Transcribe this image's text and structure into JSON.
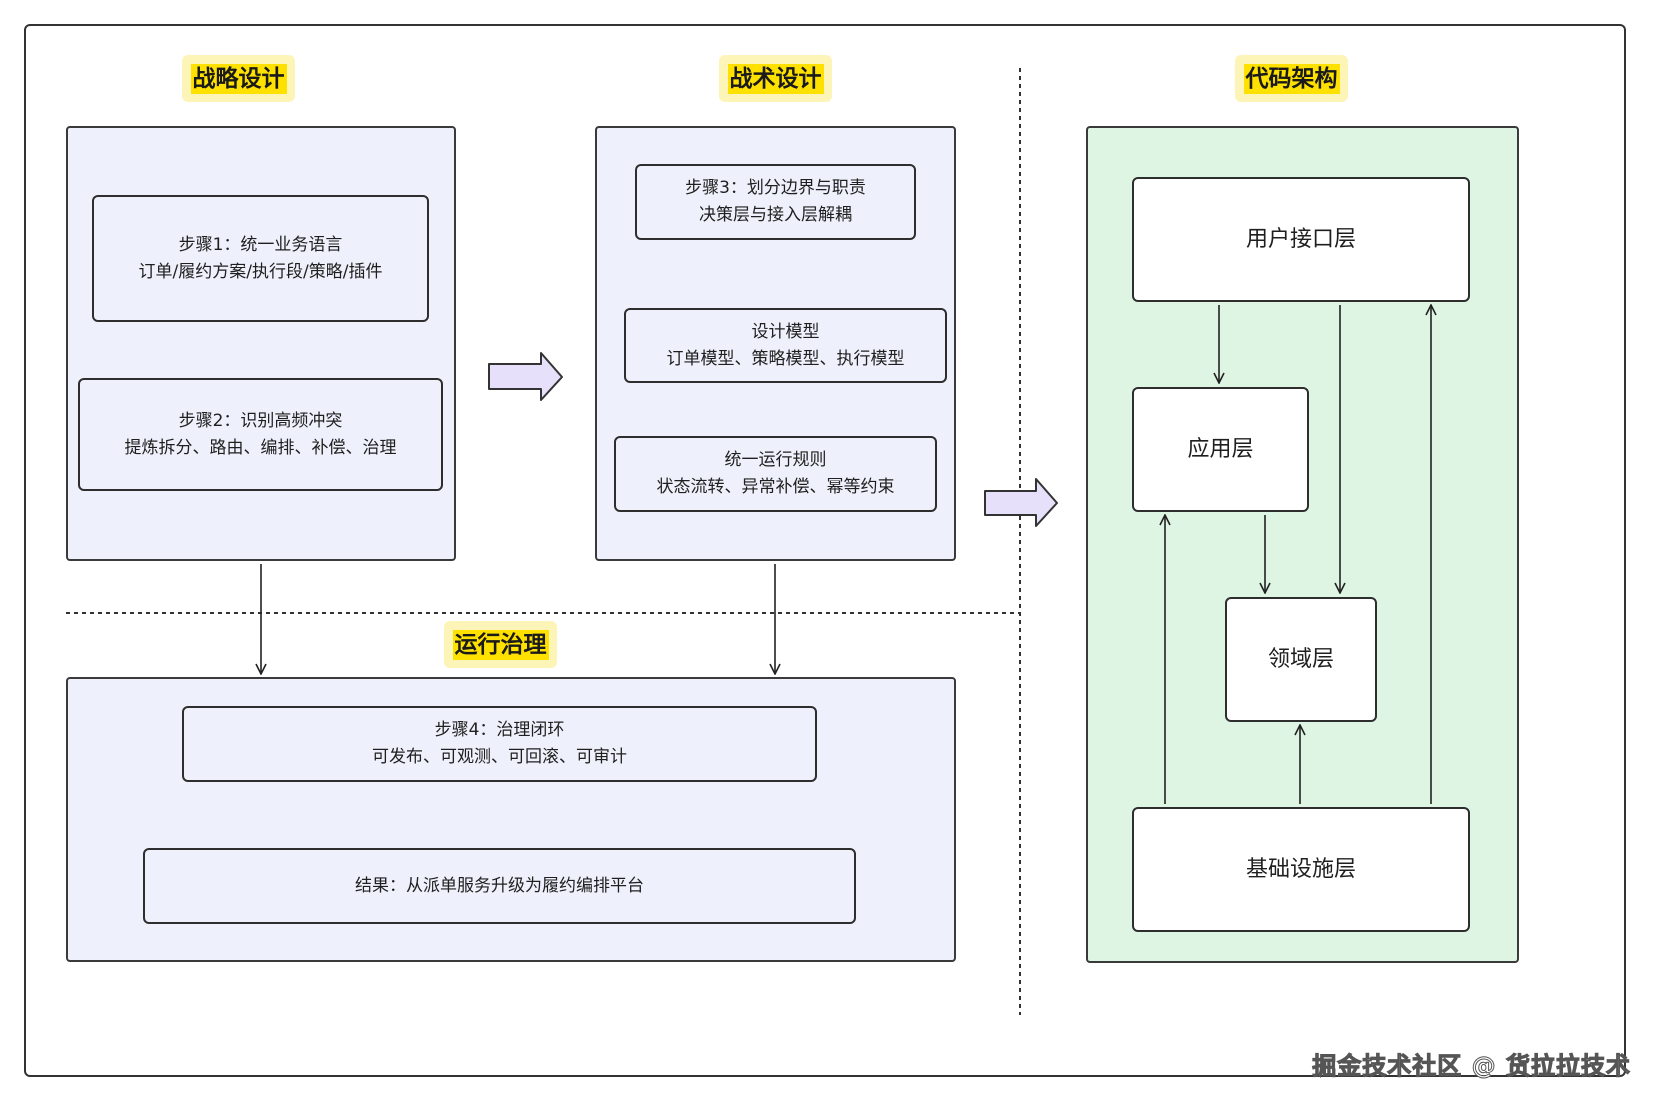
{
  "sections": {
    "strategic": "战略设计",
    "tactical": "战术设计",
    "code": "代码架构",
    "governance": "运行治理"
  },
  "strategic": {
    "step1": {
      "line1": "步骤1：统一业务语言",
      "line2": "订单/履约方案/执行段/策略/插件"
    },
    "step2": {
      "line1": "步骤2：识别高频冲突",
      "line2": "提炼拆分、路由、编排、补偿、治理"
    }
  },
  "tactical": {
    "step3": {
      "line1": "步骤3：划分边界与职责",
      "line2": "决策层与接入层解耦"
    },
    "model": {
      "line1": "设计模型",
      "line2": "订单模型、策略模型、执行模型"
    },
    "rules": {
      "line1": "统一运行规则",
      "line2": "状态流转、异常补偿、幂等约束"
    }
  },
  "governance": {
    "step4": {
      "line1": "步骤4：治理闭环",
      "line2": "可发布、可观测、可回滚、可审计"
    },
    "result": "结果：从派单服务升级为履约编排平台"
  },
  "code": {
    "ui_layer": "用户接口层",
    "app_layer": "应用层",
    "domain_layer": "领域层",
    "infra_layer": "基础设施层"
  },
  "watermark": "掘金技术社区 @ 货拉拉技术",
  "colors": {
    "panel_blue": "#eef1fb",
    "panel_green": "#dff5e3",
    "highlight": "#ffe100",
    "arrow_fill": "#e6e0fb"
  }
}
